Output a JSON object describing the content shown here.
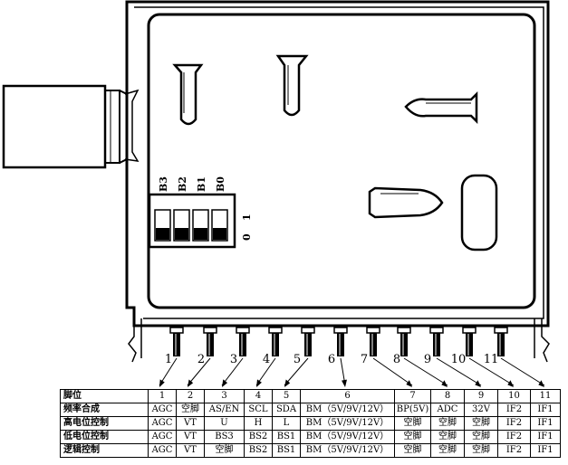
{
  "dip_switch": {
    "labels": [
      "B3",
      "B2",
      "B1",
      "B0"
    ],
    "level_high": "1",
    "level_low": "0"
  },
  "pins": [
    "1",
    "2",
    "3",
    "4",
    "5",
    "6",
    "7",
    "8",
    "9",
    "10",
    "11"
  ],
  "table": {
    "header": [
      "脚位",
      "1",
      "2",
      "3",
      "4",
      "5",
      "6",
      "7",
      "8",
      "9",
      "10",
      "11"
    ],
    "rows": [
      [
        "频率合成",
        "AGC",
        "空脚",
        "AS/EN",
        "SCL",
        "SDA",
        "BM（5V/9V/12V）",
        "BP(5V)",
        "ADC",
        "32V",
        "IF2",
        "IF1"
      ],
      [
        "高电位控制",
        "AGC",
        "VT",
        "U",
        "H",
        "L",
        "BM（5V/9V/12V）",
        "空脚",
        "空脚",
        "空脚",
        "IF2",
        "IF1"
      ],
      [
        "低电位控制",
        "AGC",
        "VT",
        "BS3",
        "BS2",
        "BS1",
        "BM（5V/9V/12V）",
        "空脚",
        "空脚",
        "空脚",
        "IF2",
        "IF1"
      ],
      [
        "逻辑控制",
        "AGC",
        "VT",
        "空脚",
        "BS2",
        "BS1",
        "BM（5V/9V/12V）",
        "空脚",
        "空脚",
        "空脚",
        "IF2",
        "IF1"
      ]
    ]
  }
}
